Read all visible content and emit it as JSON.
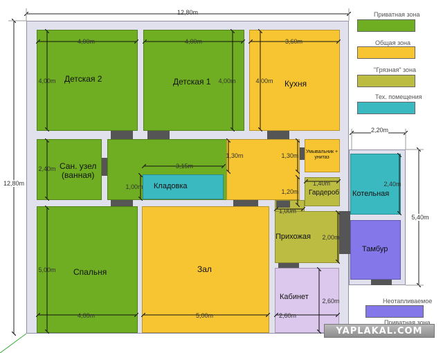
{
  "dimensions": {
    "top": "12,80m",
    "left": "12,80m",
    "right_annex": "5,40m",
    "annex_top": "2,20m",
    "det2_w": "4,00m",
    "det2_h": "4,00m",
    "det1_w": "4,00m",
    "det1_h": "4,00m",
    "kitchen_w": "3,60m",
    "kitchen_h": "4,00m",
    "bath_h": "2,40m",
    "storage_w": "3,15m",
    "storage_h": "1,00m",
    "hall_upper_1": "1,30m",
    "hall_upper_2": "1,30m",
    "wardrobe_w": "1,40m",
    "wardrobe_h": "1,20m",
    "corridor_w": "1,00m",
    "entry_h": "2,00m",
    "boiler_h": "2,40m",
    "bedroom_h": "5,00m",
    "bedroom_w": "4,00m",
    "living_w": "5,00m",
    "office_w": "2,60m",
    "office_h": "2,60m"
  },
  "rooms": {
    "det2": "Детская 2",
    "det1": "Детская 1",
    "kitchen": "Кухня",
    "bath": "Сан. узел\n(ванная)",
    "storage": "Кладовка",
    "sink": "Умывальник +\nунитаз",
    "wardrobe": "Гардероб",
    "boiler": "Котельная",
    "entry": "Прихожая",
    "vestibule": "Тамбур",
    "bedroom": "Спальня",
    "living": "Зал",
    "office": "Кабинет"
  },
  "legend": {
    "private": "Приватная зона",
    "common": "Общая зона",
    "dirty": "\"Грязная\" зона",
    "tech": "Тех. помещения",
    "unheated": "Неотапливаемое",
    "private2": "Приватная зона"
  },
  "colors": {
    "private": "#6fae22",
    "common": "#f7c532",
    "dirty": "#bcbc42",
    "tech": "#3bb9c0",
    "unheated": "#8377ea",
    "private2": "#dcc8ec"
  },
  "watermark": "YAPLAKAL.COM"
}
